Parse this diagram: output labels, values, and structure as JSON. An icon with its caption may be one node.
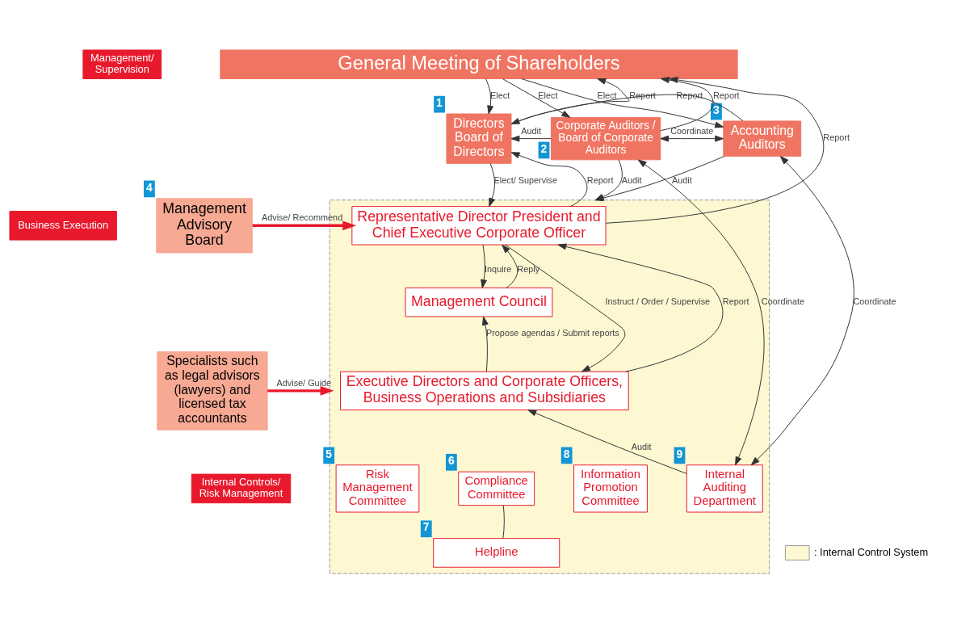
{
  "diagram": {
    "nodes": [
      {
        "text": [
          "General Meeting of Shareholders"
        ]
      },
      {
        "text": [
          "Directors Board of Directors"
        ],
        "beside": [
          "1"
        ]
      },
      {
        "text": [
          "Corporate Auditors / Board of Corporate Auditors"
        ],
        "beside": [
          "2"
        ]
      },
      {
        "text": [
          "Accounting Auditors"
        ],
        "beside": [
          "3"
        ]
      },
      {
        "text": [
          "Management Advisory Board"
        ],
        "beside": [
          "4"
        ]
      },
      {
        "text": [
          "Specialists such as legal advisors (lawyers) and licensed tax accountants"
        ]
      },
      {
        "text": [],
        "shape": "box"
      },
      {
        "text": [
          "Representative Director President and Chief Executive Corporate Officer"
        ],
        "in": 6
      },
      {
        "text": [
          "Management Council"
        ],
        "in": 6
      },
      {
        "text": [
          "Executive Directors and Corporate Officers, Business Operations and Subsidiaries"
        ],
        "in": 6
      },
      {
        "text": [
          "Risk Management Committee"
        ],
        "beside": [
          "5"
        ],
        "in": 6
      },
      {
        "text": [
          "Compliance Committee"
        ],
        "beside": [
          "6"
        ],
        "in": 6
      },
      {
        "text": [
          "Helpline"
        ],
        "beside": [
          "7"
        ],
        "in": 6
      },
      {
        "text": [
          "Information Promotion Committee"
        ],
        "beside": [
          "8"
        ],
        "in": 6
      },
      {
        "text": [
          "Internal Auditing Department"
        ],
        "beside": [
          "9"
        ],
        "in": 6
      },
      {
        "text": [
          "Management/ Supervision"
        ]
      },
      {
        "text": [
          "Business Execution"
        ]
      },
      {
        "text": [
          "Internal Controls/ Risk Management"
        ]
      }
    ],
    "edges": [
      {
        "from": 7,
        "to": 0,
        "arrow": "to",
        "label": "Report"
      },
      {
        "from": 1,
        "to": 0,
        "arrow": "to",
        "label": "Report"
      },
      {
        "from": 0,
        "to": 1,
        "arrow": "to",
        "label": "Elect"
      },
      {
        "from": 2,
        "to": 0,
        "arrow": "to",
        "label": "Report"
      },
      {
        "from": 0,
        "to": 2,
        "arrow": "to",
        "label": "Elect"
      },
      {
        "from": 0,
        "to": 3,
        "arrow": "to",
        "label": "Elect"
      },
      {
        "from": 2,
        "to": 1,
        "arrow": "to",
        "label": "Audit"
      },
      {
        "from": 2,
        "to": 3,
        "arrow": "both",
        "label": "Coordinate"
      },
      {
        "from": 3,
        "to": 1,
        "arrow": "to",
        "label": "Report"
      },
      {
        "from": 2,
        "to": 6,
        "arrow": "to",
        "label": "Audit"
      },
      {
        "from": 3,
        "to": 6,
        "arrow": "to",
        "label": "Audit"
      },
      {
        "from": 7,
        "to": 1,
        "arrow": "to",
        "label": "Report"
      },
      {
        "from": 1,
        "to": 7,
        "arrow": "to",
        "label": "Elect/ Supervise"
      },
      {
        "from": 4,
        "to": 7,
        "arrow": "to",
        "label": "Advise/ Recommend",
        "style": "thick",
        "color": "#e8192c"
      },
      {
        "from": 5,
        "to": 6,
        "arrow": "to",
        "label": "Advise/ Guide",
        "style": "thick",
        "color": "#e8192c"
      },
      {
        "from": 7,
        "to": 8,
        "arrow": "to",
        "label": "Inquire"
      },
      {
        "from": 8,
        "to": 7,
        "arrow": "to",
        "label": "Reply"
      },
      {
        "from": 7,
        "to": 9,
        "arrow": "to",
        "label": "Instruct / Order / Supervise"
      },
      {
        "from": 9,
        "to": 7,
        "arrow": "to",
        "label": "Report"
      },
      {
        "from": 9,
        "to": 8,
        "arrow": "to",
        "label": "Propose agendas / Submit reports"
      },
      {
        "from": 14,
        "to": 9,
        "arrow": "to",
        "label": "Audit"
      },
      {
        "from": 2,
        "to": 14,
        "arrow": "both",
        "label": "Coordinate"
      },
      {
        "from": 3,
        "to": 14,
        "arrow": "both",
        "label": "Coordinate"
      },
      {
        "from": 11,
        "to": 12,
        "arrow": "none"
      }
    ],
    "legend": [
      {
        "text": ": Internal Control System",
        "color": "#fdf8d2"
      }
    ]
  }
}
